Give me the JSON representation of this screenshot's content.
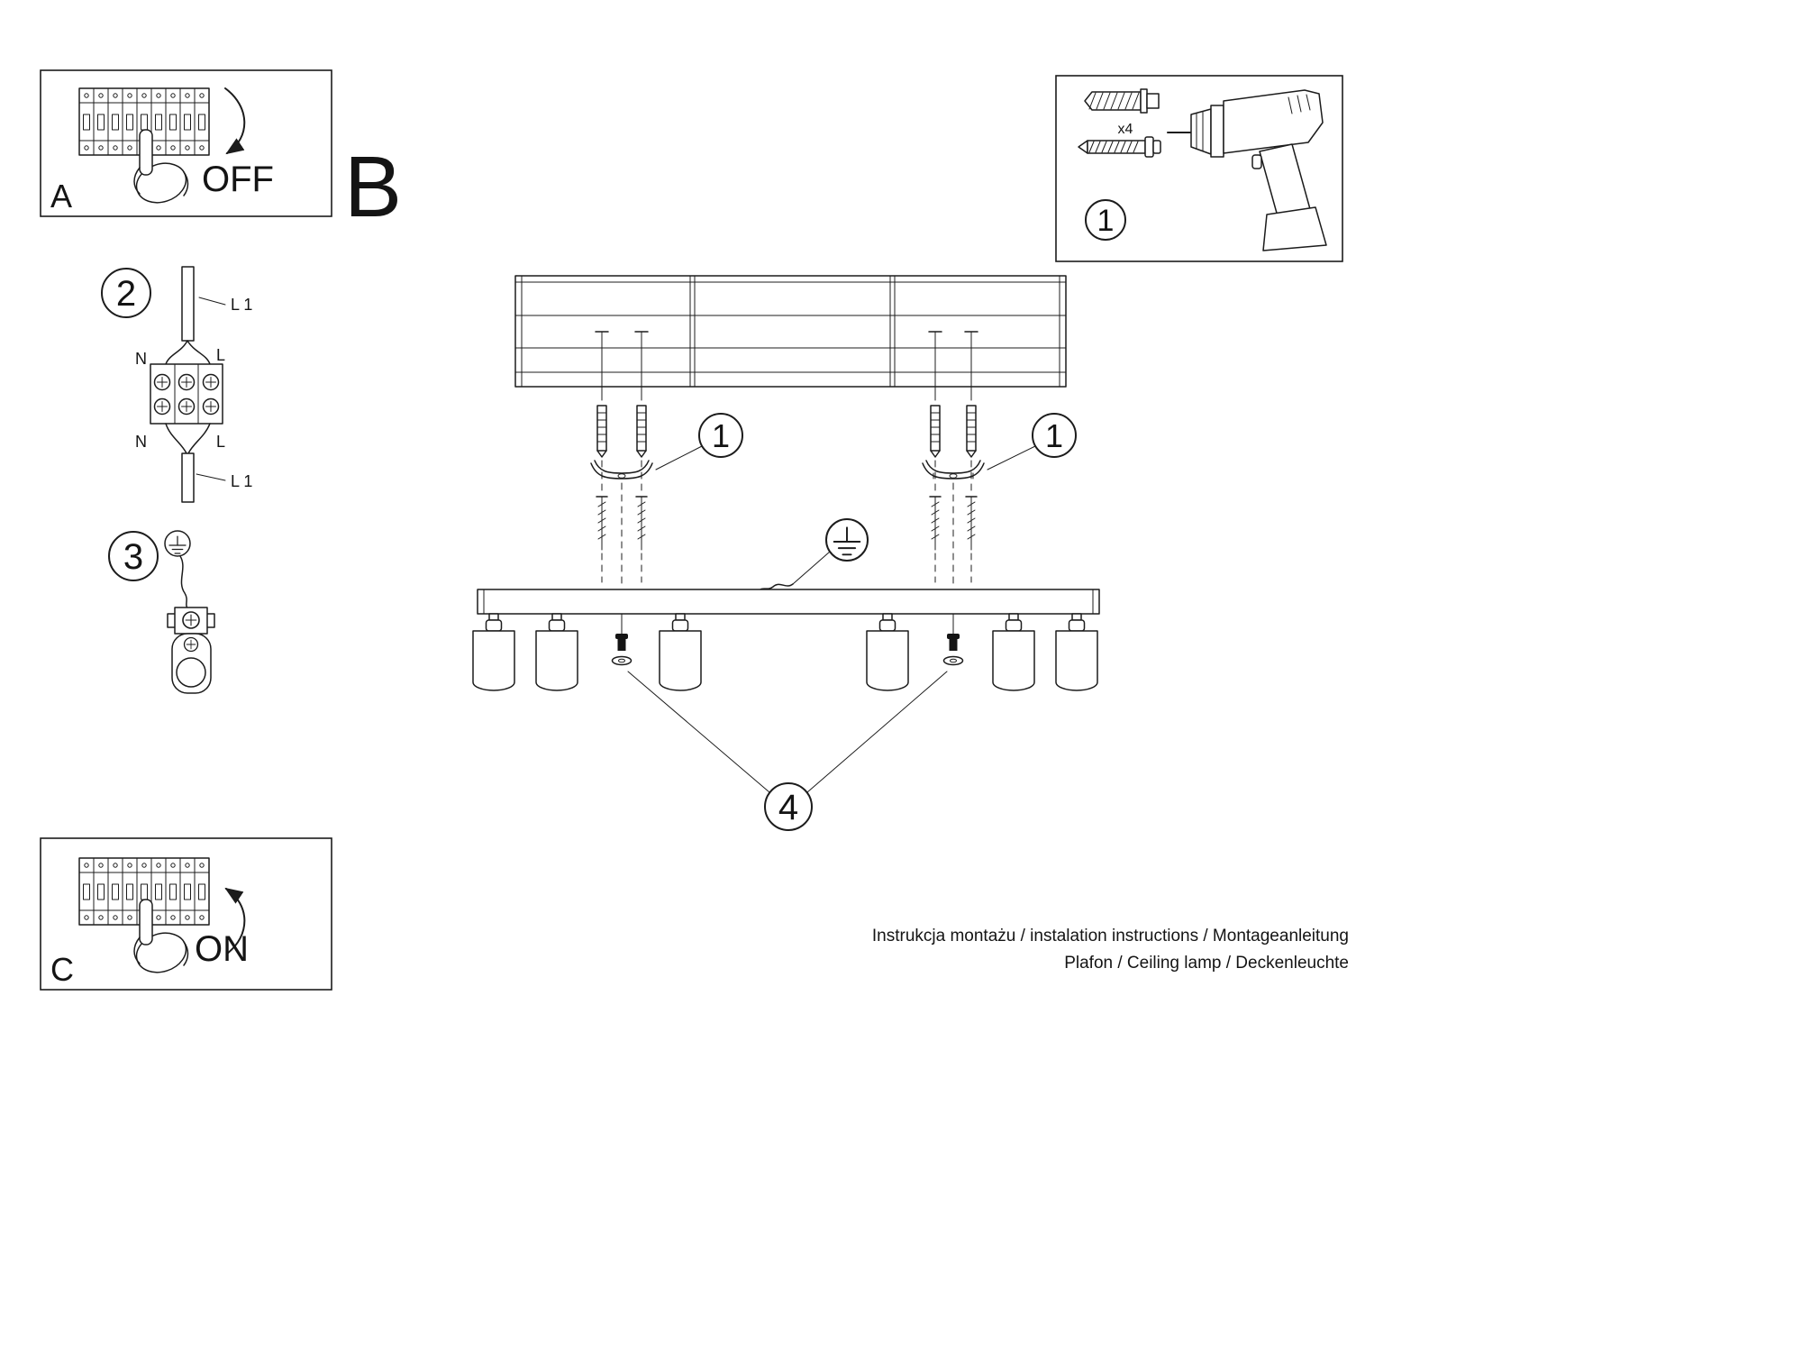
{
  "colors": {
    "ink": "#1c1c1c",
    "paper": "#ffffff"
  },
  "panels": {
    "a": {
      "label": "A",
      "switch_state": "OFF"
    },
    "b": {
      "label": "B"
    },
    "c": {
      "label": "C",
      "switch_state": "ON"
    }
  },
  "steps": {
    "s2": "2",
    "s3": "3"
  },
  "callouts": {
    "tools": "1",
    "bracket": "1",
    "knob": "4"
  },
  "toolbox": {
    "anchor_qty": "x4"
  },
  "wiring": {
    "l1_top": "L 1",
    "n_top": "N",
    "l_top": "L",
    "n_bottom": "N",
    "l_bottom": "L",
    "l1_bottom": "L 1"
  },
  "footer": {
    "line1": "Instrukcja montażu / instalation instructions / Montageanleitung",
    "line2": "Plafon / Ceiling lamp / Deckenleuchte"
  }
}
